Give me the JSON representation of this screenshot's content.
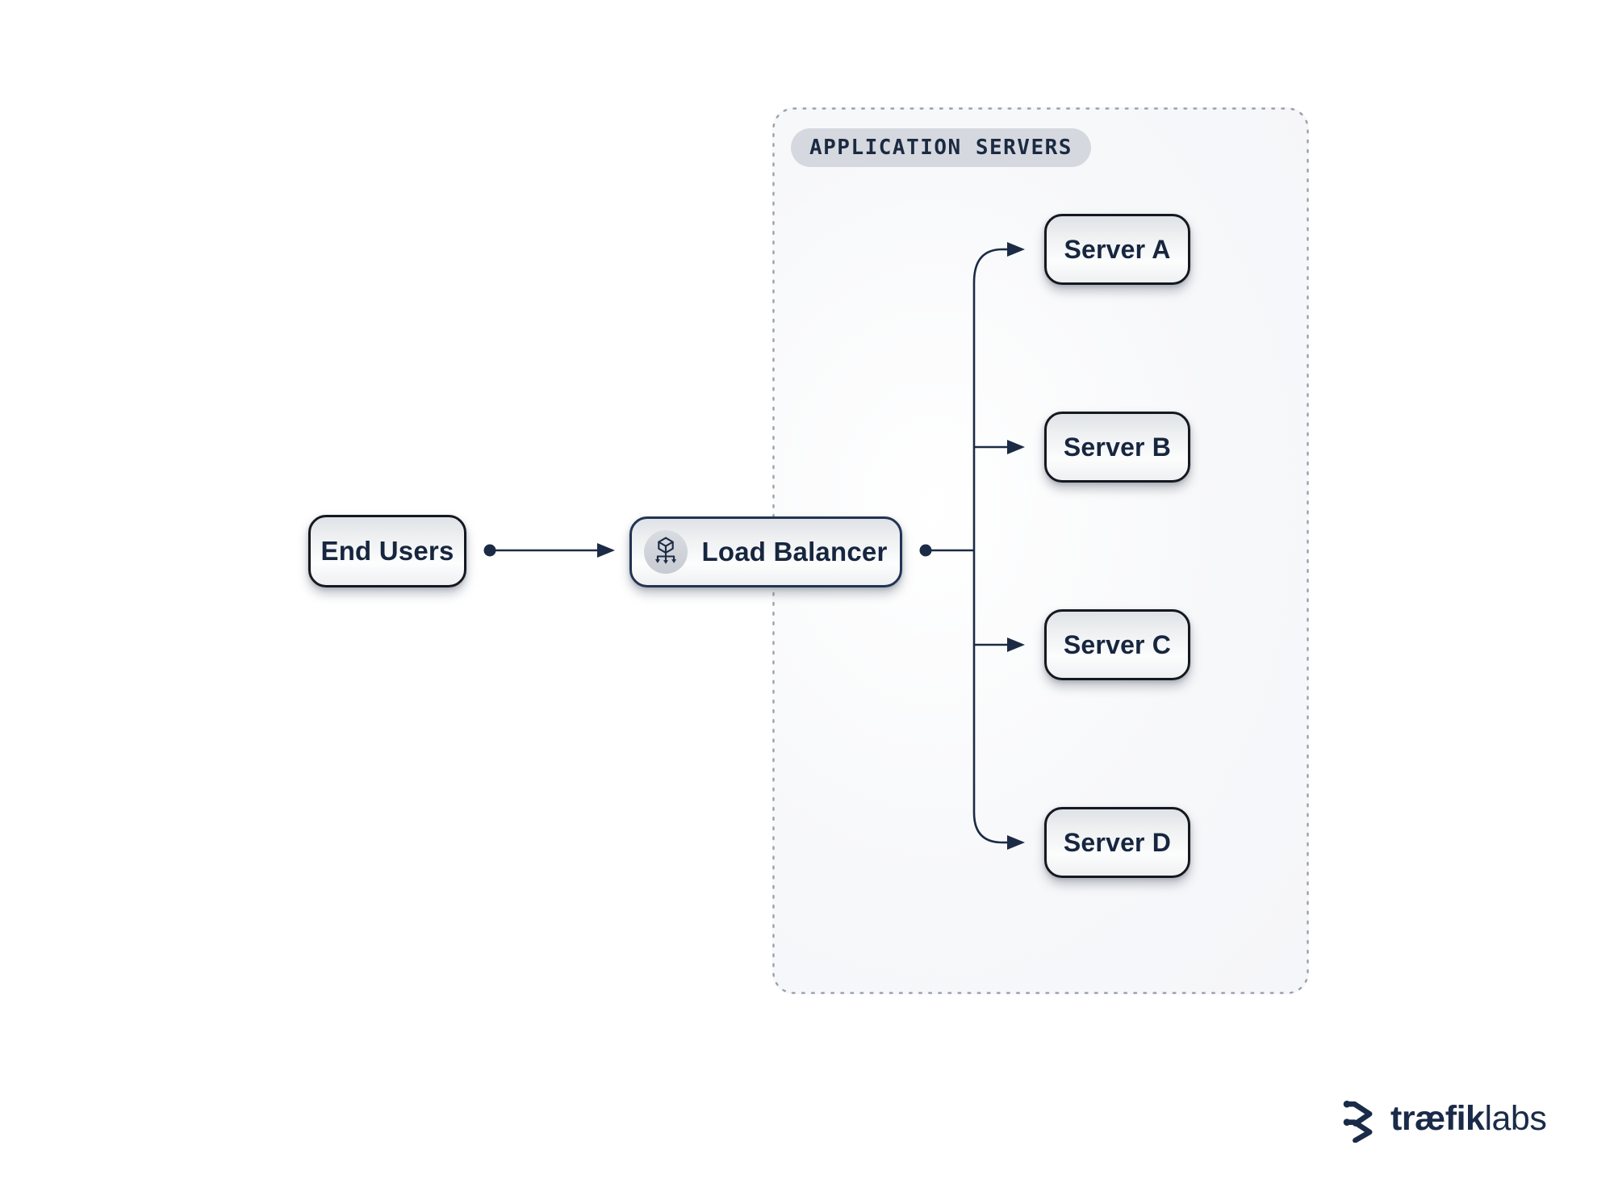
{
  "diagram": {
    "group": {
      "label": "APPLICATION SERVERS"
    },
    "nodes": {
      "end_users": {
        "label": "End Users"
      },
      "load_balancer": {
        "label": "Load Balancer",
        "icon": "load-balancer-cube-icon"
      },
      "servers": [
        {
          "label": "Server A"
        },
        {
          "label": "Server B"
        },
        {
          "label": "Server C"
        },
        {
          "label": "Server D"
        }
      ]
    },
    "edges": [
      {
        "from": "End Users",
        "to": "Load Balancer"
      },
      {
        "from": "Load Balancer",
        "to": "Server A"
      },
      {
        "from": "Load Balancer",
        "to": "Server B"
      },
      {
        "from": "Load Balancer",
        "to": "Server C"
      },
      {
        "from": "Load Balancer",
        "to": "Server D"
      }
    ],
    "colors": {
      "line": "#1c2b45",
      "node_text": "#17263f",
      "node_border": "#14181f",
      "load_balancer_border": "#223452",
      "pill_background": "#d5d9df",
      "container_border": "#9ba0ab",
      "container_fill": "#f7f8fa",
      "brand_navy": "#1a2b49"
    },
    "branding": {
      "wordmark_bold": "træfik",
      "wordmark_light": "labs"
    }
  }
}
